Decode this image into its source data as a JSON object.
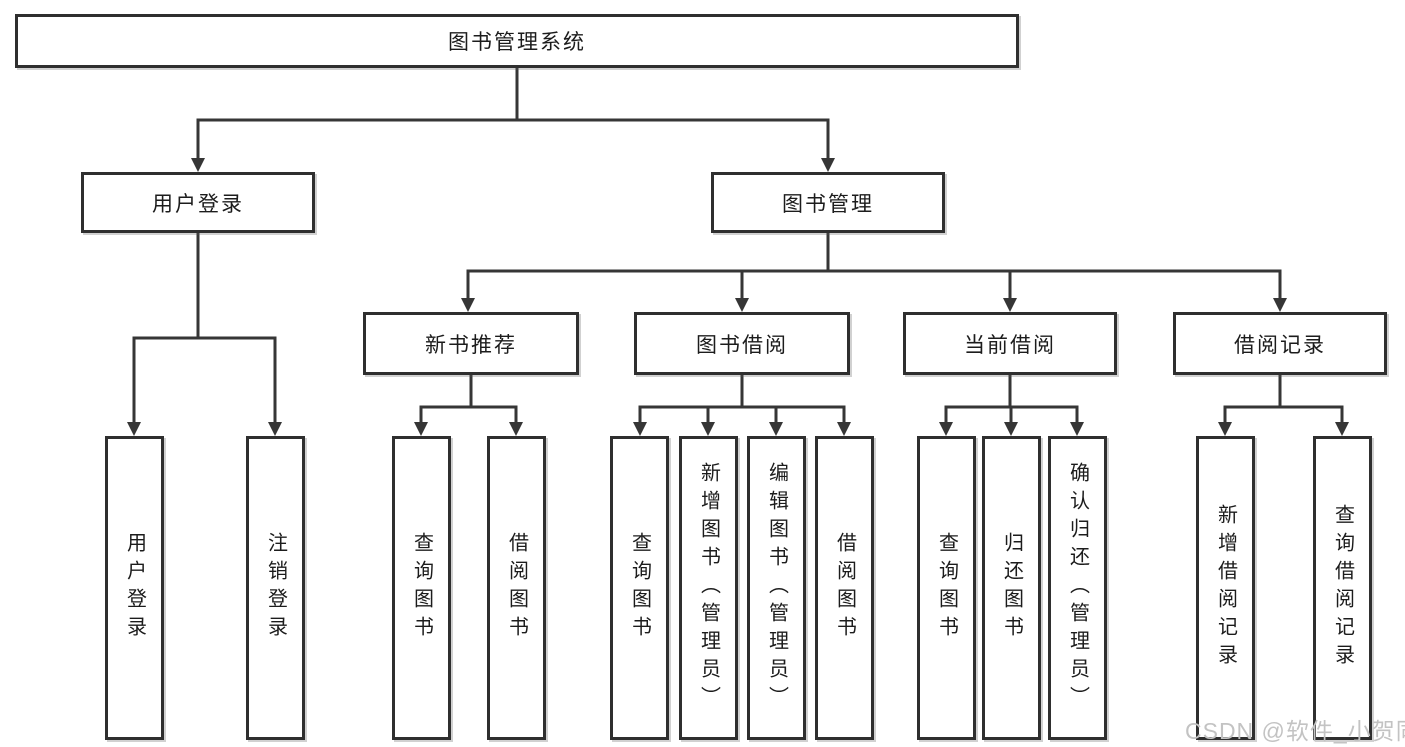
{
  "diagram": {
    "title": "图书管理系统",
    "branches": [
      {
        "label": "用户登录",
        "children": [
          {
            "label": "用户登录"
          },
          {
            "label": "注销登录"
          }
        ]
      },
      {
        "label": "图书管理",
        "children": [
          {
            "label": "新书推荐",
            "children": [
              {
                "label": "查询图书"
              },
              {
                "label": "借阅图书"
              }
            ]
          },
          {
            "label": "图书借阅",
            "children": [
              {
                "label": "查询图书"
              },
              {
                "label": "新增图书（管理员）"
              },
              {
                "label": "编辑图书（管理员）"
              },
              {
                "label": "借阅图书"
              }
            ]
          },
          {
            "label": "当前借阅",
            "children": [
              {
                "label": "查询图书"
              },
              {
                "label": "归还图书"
              },
              {
                "label": "确认归还（管理员）"
              }
            ]
          },
          {
            "label": "借阅记录",
            "children": [
              {
                "label": "新增借阅记录"
              },
              {
                "label": "查询借阅记录"
              }
            ]
          }
        ]
      }
    ]
  },
  "watermark": {
    "text": "CSDN @软件_小贺同学"
  },
  "colors": {
    "line": "#363636",
    "box_border": "#2f2f2f",
    "box_background": "#ffffff",
    "text": "#1c1c1c",
    "watermark": "#c3c3c3"
  }
}
